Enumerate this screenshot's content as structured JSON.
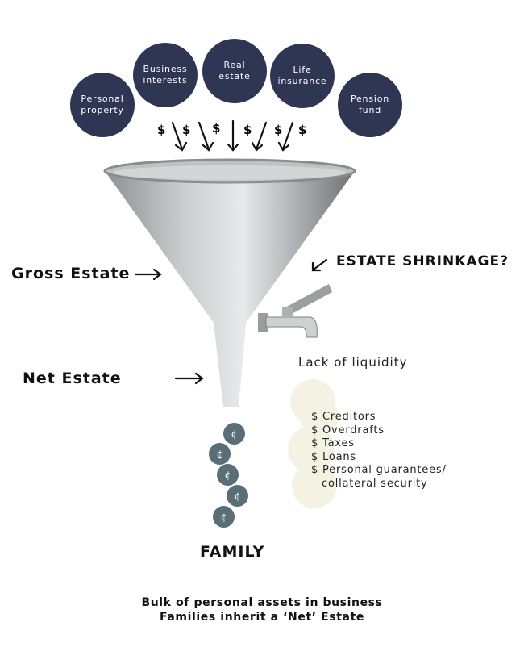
{
  "assets": [
    "Personal property",
    "Business interests",
    "Real estate",
    "Life insurance",
    "Pension fund"
  ],
  "dollar_sign": "$",
  "labels": {
    "gross": "Gross Estate",
    "net": "Net Estate",
    "shrinkage": "ESTATE SHRINKAGE?",
    "family": "FAMILY",
    "liquidity": "Lack of liquidity"
  },
  "shrink_items": [
    "$ Creditors",
    "$ Overdrafts",
    "$ Taxes",
    "$ Loans",
    "$ Personal guarantees/",
    "collateral security"
  ],
  "coin_symbol": "¢",
  "footer": [
    "Bulk of personal assets in business",
    "Families inherit a ‘Net’ Estate"
  ],
  "colors": {
    "navy": "#2f3654",
    "coin": "#5a6e78",
    "cream": "#f4f2e2"
  }
}
